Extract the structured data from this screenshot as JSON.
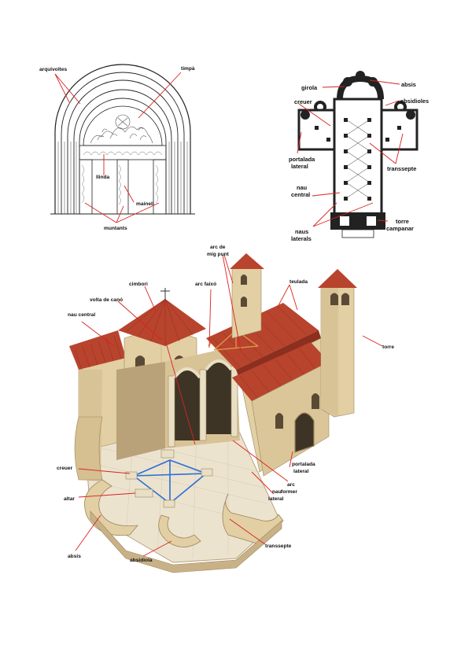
{
  "portal": {
    "labels": {
      "arquivoltes": "arquivoltes",
      "timpa": "timpà",
      "llinda": "llinda",
      "mainell": "mainell",
      "muntants": "muntants"
    }
  },
  "plan": {
    "labels": {
      "girola": "girola",
      "absis": "absis",
      "absidioles": "absidioles",
      "creuer": "creuer",
      "portalada_lateral_1": "portalada",
      "portalada_lateral_2": "lateral",
      "transsepte": "transsepte",
      "nau_central_1": "nau",
      "nau_central_2": "central",
      "naus_laterals_1": "naus",
      "naus_laterals_2": "laterals",
      "torre_campanar_1": "torre",
      "torre_campanar_2": "campanar"
    }
  },
  "church": {
    "labels": {
      "arc_mig_punt_1": "arc de",
      "arc_mig_punt_2": "mig punt",
      "arc_faixo": "arc faixó",
      "cimbori": "cimbori",
      "volta_de_cano": "volta de canó",
      "nau_central": "nau central",
      "teulada": "teulada",
      "torre": "torre",
      "creuer": "creuer",
      "altar": "altar",
      "absis": "absis",
      "absidiola": "absidiola",
      "portalada_lateral_1": "portalada",
      "portalada_lateral_2": "lateral",
      "arc_former_1": "arc",
      "arc_former_2": "former",
      "nau_lateral_1": "nau",
      "nau_lateral_2": "lateral",
      "transsepte": "transsepte"
    }
  },
  "colors": {
    "leader": "#d8231f",
    "roof": "#b8442e",
    "stone": "#e2cfa3",
    "stone_shadow": "#b9a27a",
    "floor": "#ece3cf",
    "crossing": "#2a6fd6"
  }
}
